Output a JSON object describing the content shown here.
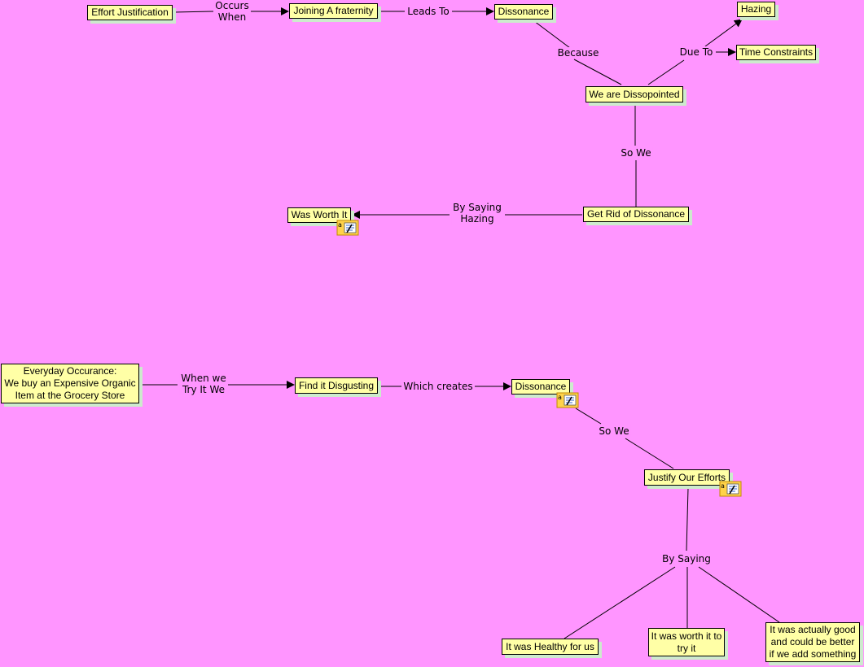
{
  "diagram1": {
    "nodes": {
      "effort_justification": "Effort Justification",
      "joining_fraternity": "Joining A fraternity",
      "dissonance": "Dissonance",
      "hazing": "Hazing",
      "time_constraints": "Time Constraints",
      "we_are_dissapointed": "We are Dissopointed",
      "get_rid_of_dissonance": "Get Rid of Dissonance",
      "was_worth_it": "Was Worth It"
    },
    "links": {
      "occurs_when": "Occurs\nWhen",
      "leads_to": "Leads To",
      "because": "Because",
      "due_to": "Due To",
      "so_we": "So We",
      "by_saying_hazing": "By Saying\nHazing"
    }
  },
  "diagram2": {
    "nodes": {
      "everyday_occurance": "Everyday Occurance:\nWe buy an Expensive Organic\nItem at the Grocery Store",
      "find_it_disgusting": "Find it Disgusting",
      "dissonance": "Dissonance",
      "justify_our_efforts": "Justify Our Efforts",
      "healthy": "It was Healthy for us",
      "worth_it": "It was worth it to try it",
      "actually_good": "It was actually good and could be better if we add something"
    },
    "links": {
      "when_we_try": "When we\nTry It We",
      "which_creates": "Which creates",
      "so_we": "So We",
      "by_saying": "By Saying"
    }
  },
  "icons": {
    "note": "note-attachment-icon"
  },
  "colors": {
    "background": "#ff95ff",
    "node_fill": "#ffffa6",
    "node_shadow": "#cdeacd",
    "line": "#000000"
  }
}
